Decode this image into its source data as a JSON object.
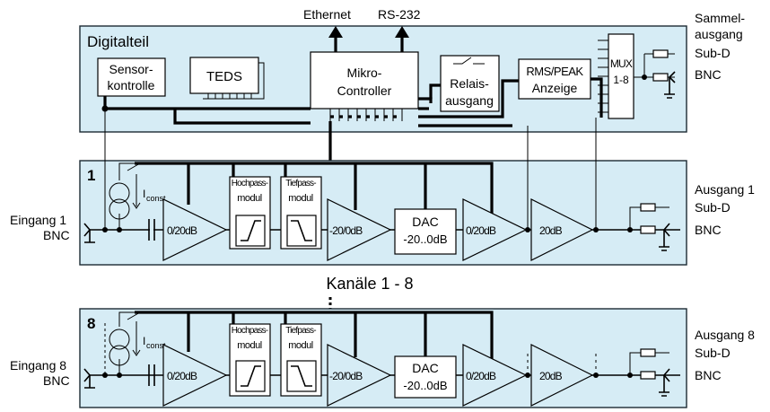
{
  "top": {
    "ethernet": "Ethernet",
    "rs232": "RS-232"
  },
  "digital": {
    "title": "Digitalteil",
    "sensor_line1": "Sensor-",
    "sensor_line2": "kontrolle",
    "teds": "TEDS",
    "mc_line1": "Mikro-",
    "mc_line2": "Controller",
    "relais_line1": "Relais-",
    "relais_line2": "ausgang",
    "rms_line1": "RMS/PEAK",
    "rms_line2": "Anzeige",
    "mux_line1": "MUX",
    "mux_line2": "1-8"
  },
  "right": {
    "sammel_line1": "Sammel-",
    "sammel_line2": "ausgang",
    "subd": "Sub-D",
    "bnc": "BNC",
    "ausgang1": "Ausgang 1",
    "ausgang8": "Ausgang 8"
  },
  "channels": {
    "ch1_num": "1",
    "ch8_num": "8",
    "eingang1": "Eingang 1",
    "eingang8": "Eingang 8",
    "bnc": "BNC",
    "i_const": "I",
    "i_const_sub": "const",
    "amp1": "0/20dB",
    "hp_line1": "Hochpass-",
    "hp_line2": "modul",
    "tp_line1": "Tiefpass-",
    "tp_line2": "modul",
    "amp2": "-20/0dB",
    "dac_line1": "DAC",
    "dac_line2": "-20..0dB",
    "amp3": "0/20dB",
    "amp4": "20dB",
    "middle": "Kanäle 1 - 8"
  }
}
